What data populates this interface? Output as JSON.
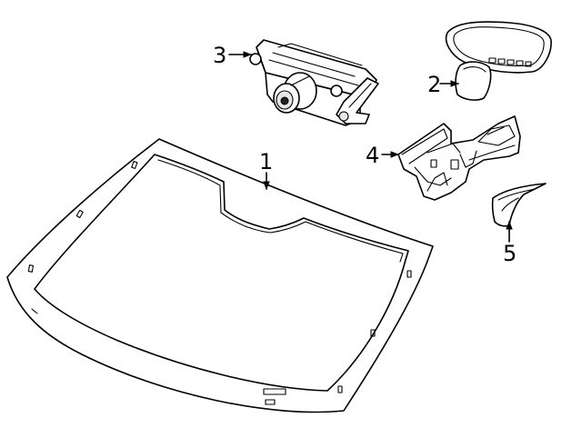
{
  "parts": [
    {
      "id": "windshield",
      "callout": "1"
    },
    {
      "id": "rearview-mirror",
      "callout": "2"
    },
    {
      "id": "camera-module",
      "callout": "3"
    },
    {
      "id": "mirror-mount-bracket",
      "callout": "4"
    },
    {
      "id": "cover-trim",
      "callout": "5"
    }
  ],
  "colors": {
    "line": "#000000",
    "background": "#ffffff"
  }
}
